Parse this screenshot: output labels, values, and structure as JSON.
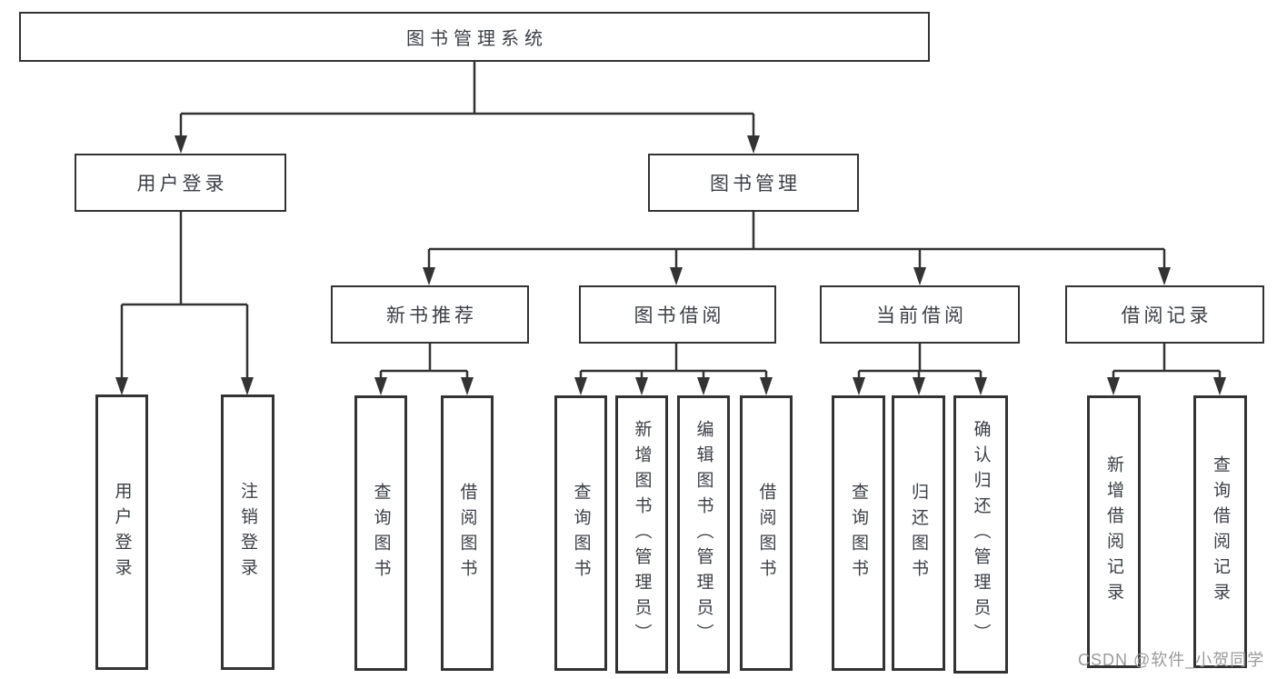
{
  "tree": {
    "root": {
      "label": "图书管理系统",
      "children": [
        {
          "label": "用户登录",
          "children": [
            {
              "label": "用户登录"
            },
            {
              "label": "注销登录"
            }
          ]
        },
        {
          "label": "图书管理",
          "children": [
            {
              "label": "新书推荐",
              "children": [
                {
                  "label": "查询图书"
                },
                {
                  "label": "借阅图书"
                }
              ]
            },
            {
              "label": "图书借阅",
              "children": [
                {
                  "label": "查询图书"
                },
                {
                  "label": "新增图书（管理员）"
                },
                {
                  "label": "编辑图书（管理员）"
                },
                {
                  "label": "借阅图书"
                }
              ]
            },
            {
              "label": "当前借阅",
              "children": [
                {
                  "label": "查询图书"
                },
                {
                  "label": "归还图书"
                },
                {
                  "label": "确认归还（管理员）"
                }
              ]
            },
            {
              "label": "借阅记录",
              "children": [
                {
                  "label": "新增借阅记录"
                },
                {
                  "label": "查询借阅记录"
                }
              ]
            }
          ]
        }
      ]
    }
  },
  "watermark": {
    "text": "CSDN @软件_小贺同学"
  },
  "colors": {
    "line": "#333333",
    "box_border": "#333333",
    "text": "#3b3f46",
    "watermark": "#9a9a9a",
    "background": "#ffffff"
  }
}
